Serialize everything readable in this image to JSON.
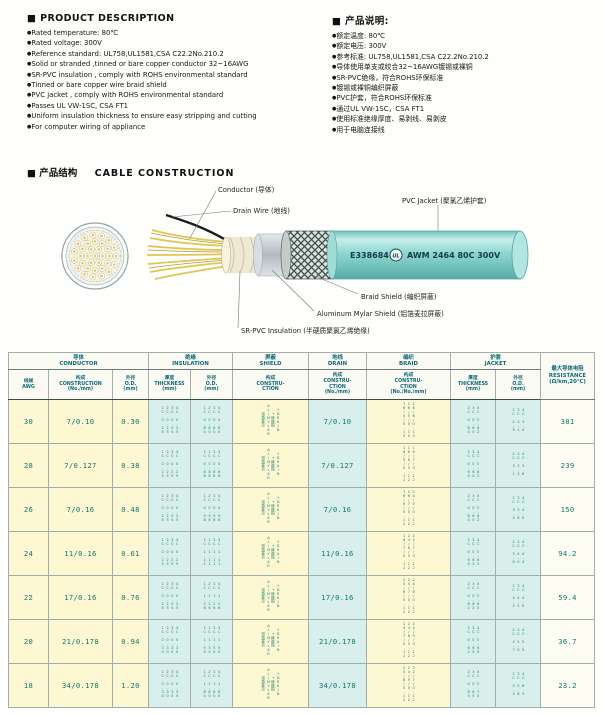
{
  "desc_en": {
    "heading": "■ PRODUCT  DESCRIPTION",
    "items": [
      "Rated temperature: 80℃",
      "Rated voltage: 300V",
      "Reference standard: UL758,UL1581,CSA C22.2No.210.2",
      "Solid or stranded ,tinned or bare copper conductor 32~16AWG",
      "SR-PVC insulation , comply with ROHS environmental standard",
      "Tinned or bare copper wire braid shield",
      "PVC jacket , comply with ROHS environmental standard",
      "Passes UL VW-1SC, CSA FT1",
      "Uniform insulation thickness to ensure easy stripping and cutting",
      "For computer wiring of appliance"
    ]
  },
  "desc_cn": {
    "heading": "■ 产品说明:",
    "items": [
      "额定温度: 80℃",
      "额定电压: 300V",
      "参考标准: UL758,UL1581,CSA C22.2No.210.2",
      "导体使用单支或绞合32~16AWG镀锡或裸铜",
      "SR-PVC绝缘，符合ROHS环保标准",
      "镀锡或裸铜编织屏蔽",
      "PVC护套，符合ROHS环保标准",
      "通过UL VW-1SC，CSA FT1",
      "使用标准绝缘厚度、易剥线、易剥皮",
      "用于电脑连接线"
    ]
  },
  "construction": {
    "heading_cn": "■ 产品结构",
    "heading_en": "CABLE  CONSTRUCTION",
    "labels": {
      "conductor": "Conductor (导体)",
      "drain": "Drain Wire (地线)",
      "jacket": "PVC Jacket (聚氯乙烯护套)",
      "braid": "Braid Shield (编织屏蔽)",
      "mylar": "Aluminum Mylar Shield (铝箔麦拉屏蔽)",
      "insulation": "SR-PVC Insulation (半硬质聚氯乙烯绝缘)"
    },
    "jacket_print": {
      "cert": "E338684",
      "ul": "UL",
      "spec": "AWM 2464 80C 300V"
    }
  },
  "table": {
    "groups": {
      "conductor": "导体\nCONDUCTOR",
      "insulation": "绝缘\nINSULATION",
      "shield": "屏蔽\nSHIELD",
      "drain": "地线\nDRAIN",
      "braid": "编织\nBRAID",
      "jacket": "护套\nJACKET"
    },
    "sub": {
      "awg": "线规\nAWG",
      "construction": "构成\nCONSTRUCTION\n(No./mm)",
      "od": "外径\nO.D.\n(mm)",
      "thickness": "厚度\nTHICKNESS\n(mm)",
      "ins_od": "外径\nO.D.\n(mm)",
      "shield_const": "构成\nCONSTRU-\nCTION",
      "drain_const": "构成\nCONSTRU-\nCTION\n(No./mm)",
      "braid_const": "构成\nCONSTRU-\nCTION\n(No./No./mm)",
      "jkt_thickness": "厚度\nTHICKNESS\n(mm)",
      "jkt_od": "外径\nO.D.\n(mm)"
    },
    "resistance_header": "最大导体电阻\nRESISTANCE\n(Ω/km,20℃)",
    "rows": [
      {
        "awg": "30",
        "construction": "7/0.10",
        "od": "0.30",
        "ins_thickness": "1C 0.25\n2C 0.25\n3C 0.25\n4C 0.25",
        "ins_od": "1C 0.80\n2C 0.80\n3C 0.80\n4C 0.80",
        "shield": "铝箔麦拉\nAL/MYLAR\n+镀锡铜\n+DRAIN",
        "drain": "7/0.10",
        "braid": "16/4/0.10\n16/5/0.10\n16/6/0.10",
        "jacket_thickness": "2C 0.60\n3C 0.60\n4C 0.62",
        "jacket_od": "2C 2.9\n3C 3.1\n4C 3.4",
        "resistance": "381"
      },
      {
        "awg": "28",
        "construction": "7/0.127",
        "od": "0.38",
        "ins_thickness": "1C 0.25\n2C 0.25\n3C 0.25\n4C 0.25",
        "ins_od": "1C 0.88\n2C 0.88\n3C 0.88\n4C 0.88",
        "shield": "铝箔麦拉\nAL/MYLAR\n+镀锡铜\n+DRAIN",
        "drain": "7/0.127",
        "braid": "16/5/0.12\n16/6/0.12\n16/7/0.12",
        "jacket_thickness": "2C 0.60\n3C 0.60\n4C 0.62",
        "jacket_od": "2C 3.1\n3C 3.3\n4C 3.6",
        "resistance": "239"
      },
      {
        "awg": "26",
        "construction": "7/0.16",
        "od": "0.48",
        "ins_thickness": "1C 0.25\n2C 0.25\n3C 0.25\n4C 0.25",
        "ins_od": "1C 0.98\n2C 0.98\n3C 0.98\n4C 0.98",
        "shield": "铝箔麦拉\nAL/MYLAR\n+镀锡铜\n+DRAIN",
        "drain": "7/0.16",
        "braid": "16/6/0.12\n16/7/0.12\n24/5/0.12",
        "jacket_thickness": "2C 0.60\n3C 0.60\n4C 0.62",
        "jacket_od": "2C 3.4\n3C 3.6\n4C 4.0",
        "resistance": "150"
      },
      {
        "awg": "24",
        "construction": "11/0.16",
        "od": "0.61",
        "ins_thickness": "1C 0.25\n2C 0.25\n3C 0.25\n4C 0.25",
        "ins_od": "1C 1.11\n2C 1.11\n3C 1.11\n4C 1.11",
        "shield": "铝箔麦拉\nAL/MYLAR\n+镀锡铜\n+DRAIN",
        "drain": "11/0.16",
        "braid": "16/7/0.12\n24/6/0.12\n24/7/0.12",
        "jacket_thickness": "2C 0.60\n3C 0.62\n4C 0.62",
        "jacket_od": "2C 3.8\n3C 4.0\n4C 4.4",
        "resistance": "94.2"
      },
      {
        "awg": "22",
        "construction": "17/0.16",
        "od": "0.76",
        "ins_thickness": "1C 0.25\n2C 0.25\n3C 0.25\n4C 0.25",
        "ins_od": "1C 1.26\n2C 1.26\n3C 1.26\n4C 1.26",
        "shield": "铝箔麦拉\nAL/MYLAR\n+镀锡铜\n+DRAIN",
        "drain": "17/0.16",
        "braid": "24/6/0.12\n24/7/0.12\n24/8/0.12",
        "jacket_thickness": "2C 0.62\n3C 0.62\n4C 0.65",
        "jacket_od": "2C 4.2\n3C 4.5\n4C 4.9",
        "resistance": "59.4"
      },
      {
        "awg": "20",
        "construction": "21/0.178",
        "od": "0.94",
        "ins_thickness": "1C 0.30\n2C 0.30\n3C 0.30\n4C 0.30",
        "ins_od": "1C 1.50\n2C 1.50\n3C 1.50\n4C 1.50",
        "shield": "铝箔麦拉\nAL/MYLAR\n+镀锡铜\n+DRAIN",
        "drain": "21/0.178",
        "braid": "24/7/0.12\n24/8/0.12\n24/9/0.12",
        "jacket_thickness": "2C 0.62\n3C 0.65\n4C 0.65",
        "jacket_od": "2C 4.7\n3C 5.0\n4C 5.5",
        "resistance": "36.7"
      },
      {
        "awg": "18",
        "construction": "34/0.178",
        "od": "1.20",
        "ins_thickness": "1C 0.30\n2C 0.30\n3C 0.30\n4C 0.30",
        "ins_od": "1C 1.80\n2C 1.80\n3C 1.80\n4C 1.80",
        "shield": "铝箔麦拉\nAL/MYLAR\n+镀锡铜\n+DRAIN",
        "drain": "34/0.178",
        "braid": "24/8/0.12\n24/9/0.12\n32/7/0.12",
        "jacket_thickness": "2C 0.65\n3C 0.65\n4C 0.70",
        "jacket_od": "2C 5.4\n3C 5.8\n4C 6.3",
        "resistance": "23.2"
      }
    ]
  }
}
